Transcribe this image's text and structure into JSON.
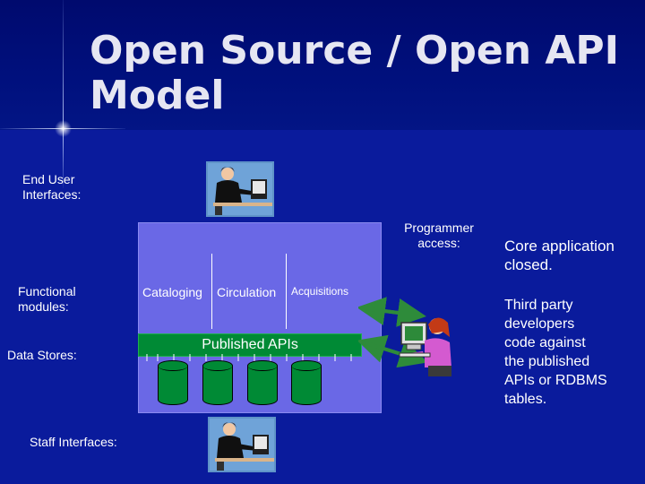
{
  "title": {
    "line1": "Open Source / Open API",
    "line2": "Model"
  },
  "labels": {
    "end_user": [
      "End User",
      "Interfaces:"
    ],
    "functional": [
      "Functional",
      "modules:"
    ],
    "data_stores": "Data Stores:",
    "staff": "Staff Interfaces:",
    "programmer": [
      "Programmer",
      "access:"
    ]
  },
  "modules": [
    "Cataloging",
    "Circulation",
    "Acquisitions"
  ],
  "api_bar": "Published APIs",
  "notes": {
    "core": [
      "Core application",
      "closed."
    ],
    "third_party": [
      "Third party",
      "developers",
      "code against",
      "the published",
      "APIs or RDBMS",
      "tables."
    ]
  },
  "colors": {
    "background": "#0a1b9c",
    "panel": "#6a68e6",
    "api_green": "#008a35",
    "arrow_green": "#2e8b3a"
  },
  "icons": [
    "end-user-person-icon",
    "staff-person-icon",
    "programmer-person-icon",
    "database-icon"
  ]
}
